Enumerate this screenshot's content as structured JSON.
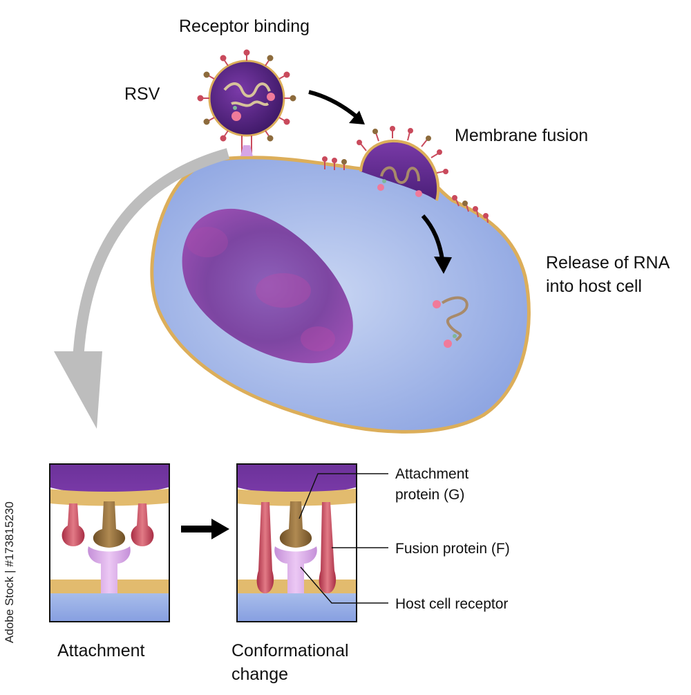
{
  "labels": {
    "receptor_binding": "Receptor binding",
    "rsv": "RSV",
    "membrane_fusion": "Membrane fusion",
    "release_line1": "Release of RNA",
    "release_line2": "into host cell",
    "attachment_protein_line1": "Attachment",
    "attachment_protein_line2": "protein (G)",
    "fusion_protein": "Fusion protein (F)",
    "host_cell_receptor": "Host cell receptor",
    "attachment": "Attachment",
    "conformational_line1": "Conformational",
    "conformational_line2": "change"
  },
  "credit": "Adobe Stock | #173815230",
  "colors": {
    "cytoplasm": "#a9bde8",
    "membrane": "#e3b96a",
    "virus": "#5e2a8a",
    "nucleus": "#7a3f9e",
    "fusion_protein": "#c94a5c",
    "attachment_protein": "#8d6b3c",
    "receptor": "#d6a6e6",
    "gray_arrow": "#b5b5b5"
  }
}
